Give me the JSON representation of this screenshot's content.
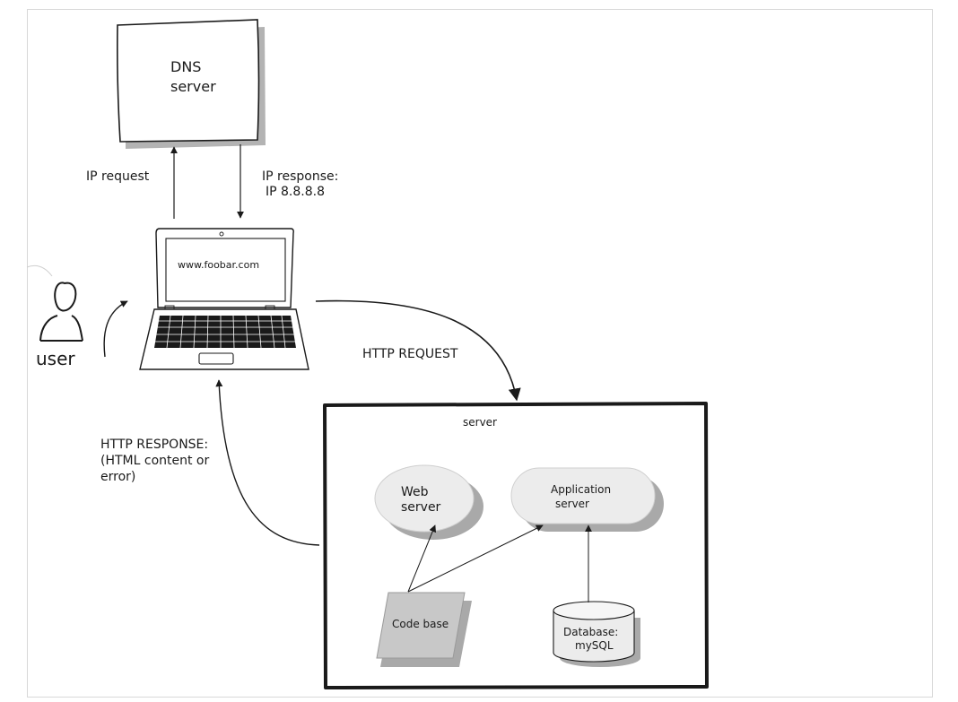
{
  "dns": {
    "line1": "DNS",
    "line2": "server"
  },
  "ip_request": "IP request",
  "ip_response": {
    "line1": "IP response:",
    "line2": "IP 8.8.8.8"
  },
  "laptop_url": "www.foobar.com",
  "user_label": "user",
  "http_request": "HTTP REQUEST",
  "http_response": {
    "line1": "HTTP RESPONSE:",
    "line2": "(HTML content or",
    "line3": "error)"
  },
  "server": {
    "title": "server",
    "web_server": {
      "line1": "Web",
      "line2": "server"
    },
    "app_server": {
      "line1": "Application",
      "line2": "server"
    },
    "code_base": "Code base",
    "database": {
      "line1": "Database:",
      "line2": "mySQL"
    }
  },
  "colors": {
    "ink": "#1a1a1a",
    "node_fill": "#ececec",
    "code_fill": "#c8c8c8",
    "shadow": "#9a9a9a"
  }
}
